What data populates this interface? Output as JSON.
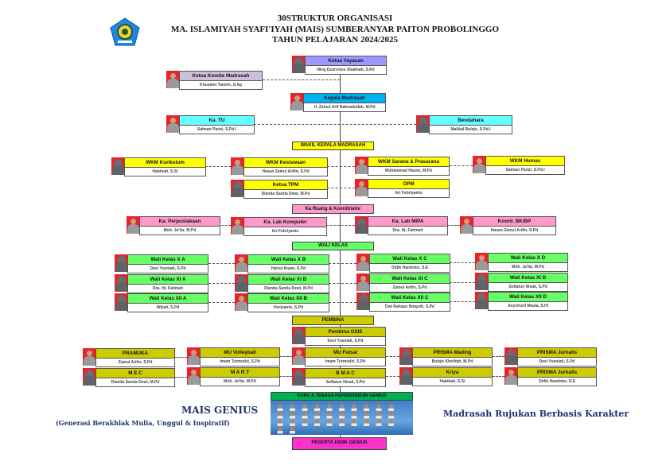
{
  "header": {
    "line1": "30STRUKTUR ORGANISASI",
    "line2": "MA. ISLAMIYAH SYAFI'IYAH (MAIS)  SUMBERANYAR PAITON PROBOLINGGO",
    "line3": "TAHUN PELAJARAN 2024/2025"
  },
  "section_headers": {
    "wakil": "WAKIL KEPALA MADRASAH",
    "ka_ruang": "Ka Ruang & Koordinator",
    "wali_kelas": "WALI KELAS",
    "pembina": "PEMBINA",
    "guru": "GURU & TENAGA KEPENDIDIKAN GENIUS",
    "peserta": "PESERTA DIDIK GENIUS"
  },
  "colors": {
    "yayasan": "#9999ff",
    "komite": "#ccc0da",
    "kepala": "#00b0f0",
    "tu": "#66ffff",
    "wakil": "#ffff00",
    "ruang": "#ff99cc",
    "wali": "#66ff66",
    "pembina": "#cccc00",
    "guru": "#00b050",
    "peserta": "#ff33cc",
    "photo_bg": "#e8232a",
    "slogan": "#1f2f6e"
  },
  "boxes": [
    {
      "id": "yayasan",
      "title": "Ketua Yayasan",
      "name": "Ning Dzurrotus Shaimah, S.Pd",
      "color": "yayasan",
      "female": true
    },
    {
      "id": "komite",
      "title": "Ketua Komite Madrasah",
      "name": "Khusaini Tamrin, S.Ag",
      "color": "komite"
    },
    {
      "id": "kepala",
      "title": "Kepala Madrasah",
      "name": "H. Zainul Arif Rahmatullah, M.Pd",
      "color": "kepala"
    },
    {
      "id": "tu",
      "title": "Ka. TU",
      "name": "Salman Parizi, S.Pd.I",
      "color": "tu"
    },
    {
      "id": "bendahara",
      "title": "Bendahara",
      "name": "Malikal Bulqis, S.Pd.I",
      "color": "tu",
      "female": true
    },
    {
      "id": "kurikulum",
      "title": "WKM Kurikulum",
      "name": "Habibah, S.Si",
      "color": "wakil",
      "female": true
    },
    {
      "id": "kesiswaan",
      "title": "WKM Kesiswaan",
      "name": "Hasan Zainul Arifin, S.Pd",
      "color": "wakil"
    },
    {
      "id": "sarana",
      "title": "WKM Sarana & Prasarana",
      "name": "Muhammad Hasim, M.Pd",
      "color": "wakil"
    },
    {
      "id": "humas",
      "title": "WKM Humas",
      "name": "Salman Parizi, S.Pd.I",
      "color": "wakil"
    },
    {
      "id": "tpm",
      "title": "Ketua TPM",
      "name": "Dianita Santia Dewi, M.Pd",
      "color": "wakil",
      "female": true
    },
    {
      "id": "opm",
      "title": "OPM",
      "name": "Ari Febriyanto",
      "color": "wakil"
    },
    {
      "id": "perpus",
      "title": "Ka. Perpustakaan",
      "name": "Moh. Ja'far, M.Pd",
      "color": "ruang"
    },
    {
      "id": "labkom",
      "title": "Ka. Lab Komputer",
      "name": "Ari Febriyanto",
      "color": "ruang"
    },
    {
      "id": "labmipa",
      "title": "Ka. Lab MIPA",
      "name": "Dra. Hj. Fatimah",
      "color": "ruang",
      "female": true
    },
    {
      "id": "bkbp",
      "title": "Koord. BK/BP",
      "name": "Hasan Zainul Arifin, S.Pd",
      "color": "ruang"
    },
    {
      "id": "xa",
      "title": "Wali Kelas  X A",
      "name": "Devi Yusniati, S.Pd",
      "color": "wali",
      "female": true
    },
    {
      "id": "xb",
      "title": "Wali Kelas  X B",
      "name": "Hairul Anam, S.Pd",
      "color": "wali"
    },
    {
      "id": "xc",
      "title": "Wali Kelas  X C",
      "name": "Didik Handoko, S.E",
      "color": "wali"
    },
    {
      "id": "xd",
      "title": "Wali Kelas  X D",
      "name": "Moh. Ja'far, M.Pd",
      "color": "wali"
    },
    {
      "id": "xia",
      "title": "Wali Kelas  XI A",
      "name": "Dra. Hj. Fatimah",
      "color": "wali",
      "female": true
    },
    {
      "id": "xib",
      "title": "Wali Kelas  XI B",
      "name": "Dianita Santia Dewi, M.Pd",
      "color": "wali",
      "female": true
    },
    {
      "id": "xic",
      "title": "Wali Kelas  XI C",
      "name": "Zainul Arifin, S.Pd",
      "color": "wali"
    },
    {
      "id": "xid",
      "title": "Wali Kelas  XI D",
      "name": "Sofiatun Nisak, S.Pd",
      "color": "wali",
      "female": true
    },
    {
      "id": "xiia",
      "title": "Wali Kelas  XII A",
      "name": "Wijiati, S.Pd",
      "color": "wali",
      "female": true
    },
    {
      "id": "xiib",
      "title": "Wali Kelas  XII B",
      "name": "Heriyanto, S.Pd",
      "color": "wali"
    },
    {
      "id": "xiic",
      "title": "Wali Kelas  XII C",
      "name": "Dwi Rahayu Ningsih, S.Pd",
      "color": "wali",
      "female": true
    },
    {
      "id": "xiid",
      "title": "Wali Kelas  XII D",
      "name": "Anychuril Maula, S.HI",
      "color": "wali",
      "female": true
    },
    {
      "id": "osis",
      "title": "Pembina OSIS",
      "name": "Devi Yusniati, S.Pd",
      "color": "pembina",
      "female": true
    },
    {
      "id": "pramuka",
      "title": "PRAMUKA",
      "name": "Zainul Arifin, S.Pd",
      "color": "pembina"
    },
    {
      "id": "volley",
      "title": "MU Volleyball",
      "name": "Imam Turmudzi, S.Pd",
      "color": "pembina"
    },
    {
      "id": "futsal",
      "title": "MU Futsal",
      "name": "Imam Turmudzi, S.Pd",
      "color": "pembina"
    },
    {
      "id": "mading",
      "title": "PRISMA Mading",
      "name": "Bulqis Kholifah, M.Pd",
      "color": "pembina",
      "female": true
    },
    {
      "id": "jurnalis1",
      "title": "PRISMA Jurnalis",
      "name": "Devi Yusniati, S.Pd",
      "color": "pembina",
      "female": true
    },
    {
      "id": "mec",
      "title": "M E C",
      "name": "Dianita Santia Dewi, M.Pd",
      "color": "pembina",
      "female": true
    },
    {
      "id": "mart",
      "title": "M A R T",
      "name": "Moh. Ja'far, M.Pd",
      "color": "pembina"
    },
    {
      "id": "bmac",
      "title": "B M A C",
      "name": "Sofiatun Nisak, S.Pd",
      "color": "pembina",
      "female": true
    },
    {
      "id": "kriya",
      "title": "Kriya",
      "name": "Habibah, S.Si",
      "color": "pembina",
      "female": true
    },
    {
      "id": "jurnalis2",
      "title": "PRISMA Jurnalis",
      "name": "Didik Handoko, S.E",
      "color": "pembina"
    }
  ],
  "footer": {
    "mais_genius": "MAIS GENIUS",
    "tagline": "(Generasi Berakhlak Mulia, Unggul & Inspiratif)",
    "motto": "Madrasah Rujukan Berbasis Karakter"
  }
}
